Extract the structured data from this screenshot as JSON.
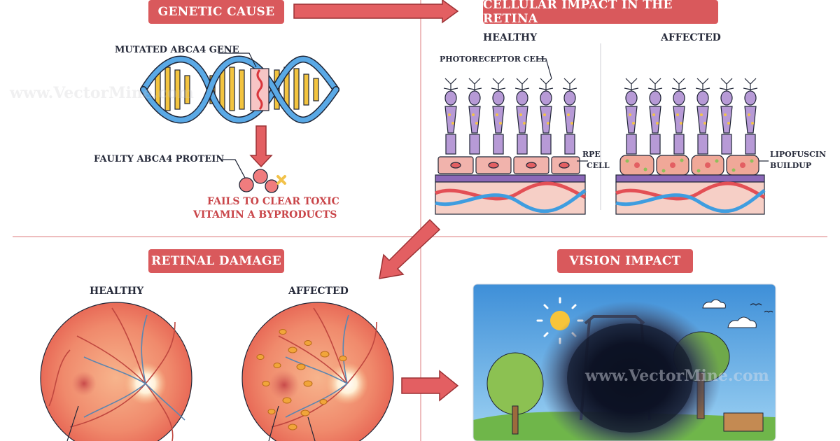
{
  "sections": {
    "genetic_cause": "GENETIC CAUSE",
    "cellular_impact": "CELLULAR IMPACT IN THE RETINA",
    "retinal_damage": "RETINAL DAMAGE",
    "vision_impact": "VISION IMPACT"
  },
  "genetic": {
    "gene_label": "MUTATED ABCA4 GENE",
    "protein_label": "FAULTY ABCA4 PROTEIN",
    "fails_line1": "FAILS TO CLEAR TOXIC",
    "fails_line2": "VITAMIN A BYPRODUCTS"
  },
  "cellular": {
    "healthy": "HEALTHY",
    "affected": "AFFECTED",
    "photoreceptor": "PHOTORECEPTOR CELL",
    "rpe_line1": "RPE",
    "rpe_line2": "CELL",
    "lipo_line1": "LIPOFUSCIN",
    "lipo_line2": "BUILDUP"
  },
  "retinal": {
    "healthy": "HEALTHY",
    "affected": "AFFECTED"
  },
  "watermark": "www.VectorMine.com",
  "colors": {
    "accent": "#d9595c",
    "text": "#262a3a",
    "divider": "#e9a7a9",
    "photoreceptor": "#b79ad6",
    "rpe": "#f1b3ac",
    "retina": "#f0846a"
  }
}
